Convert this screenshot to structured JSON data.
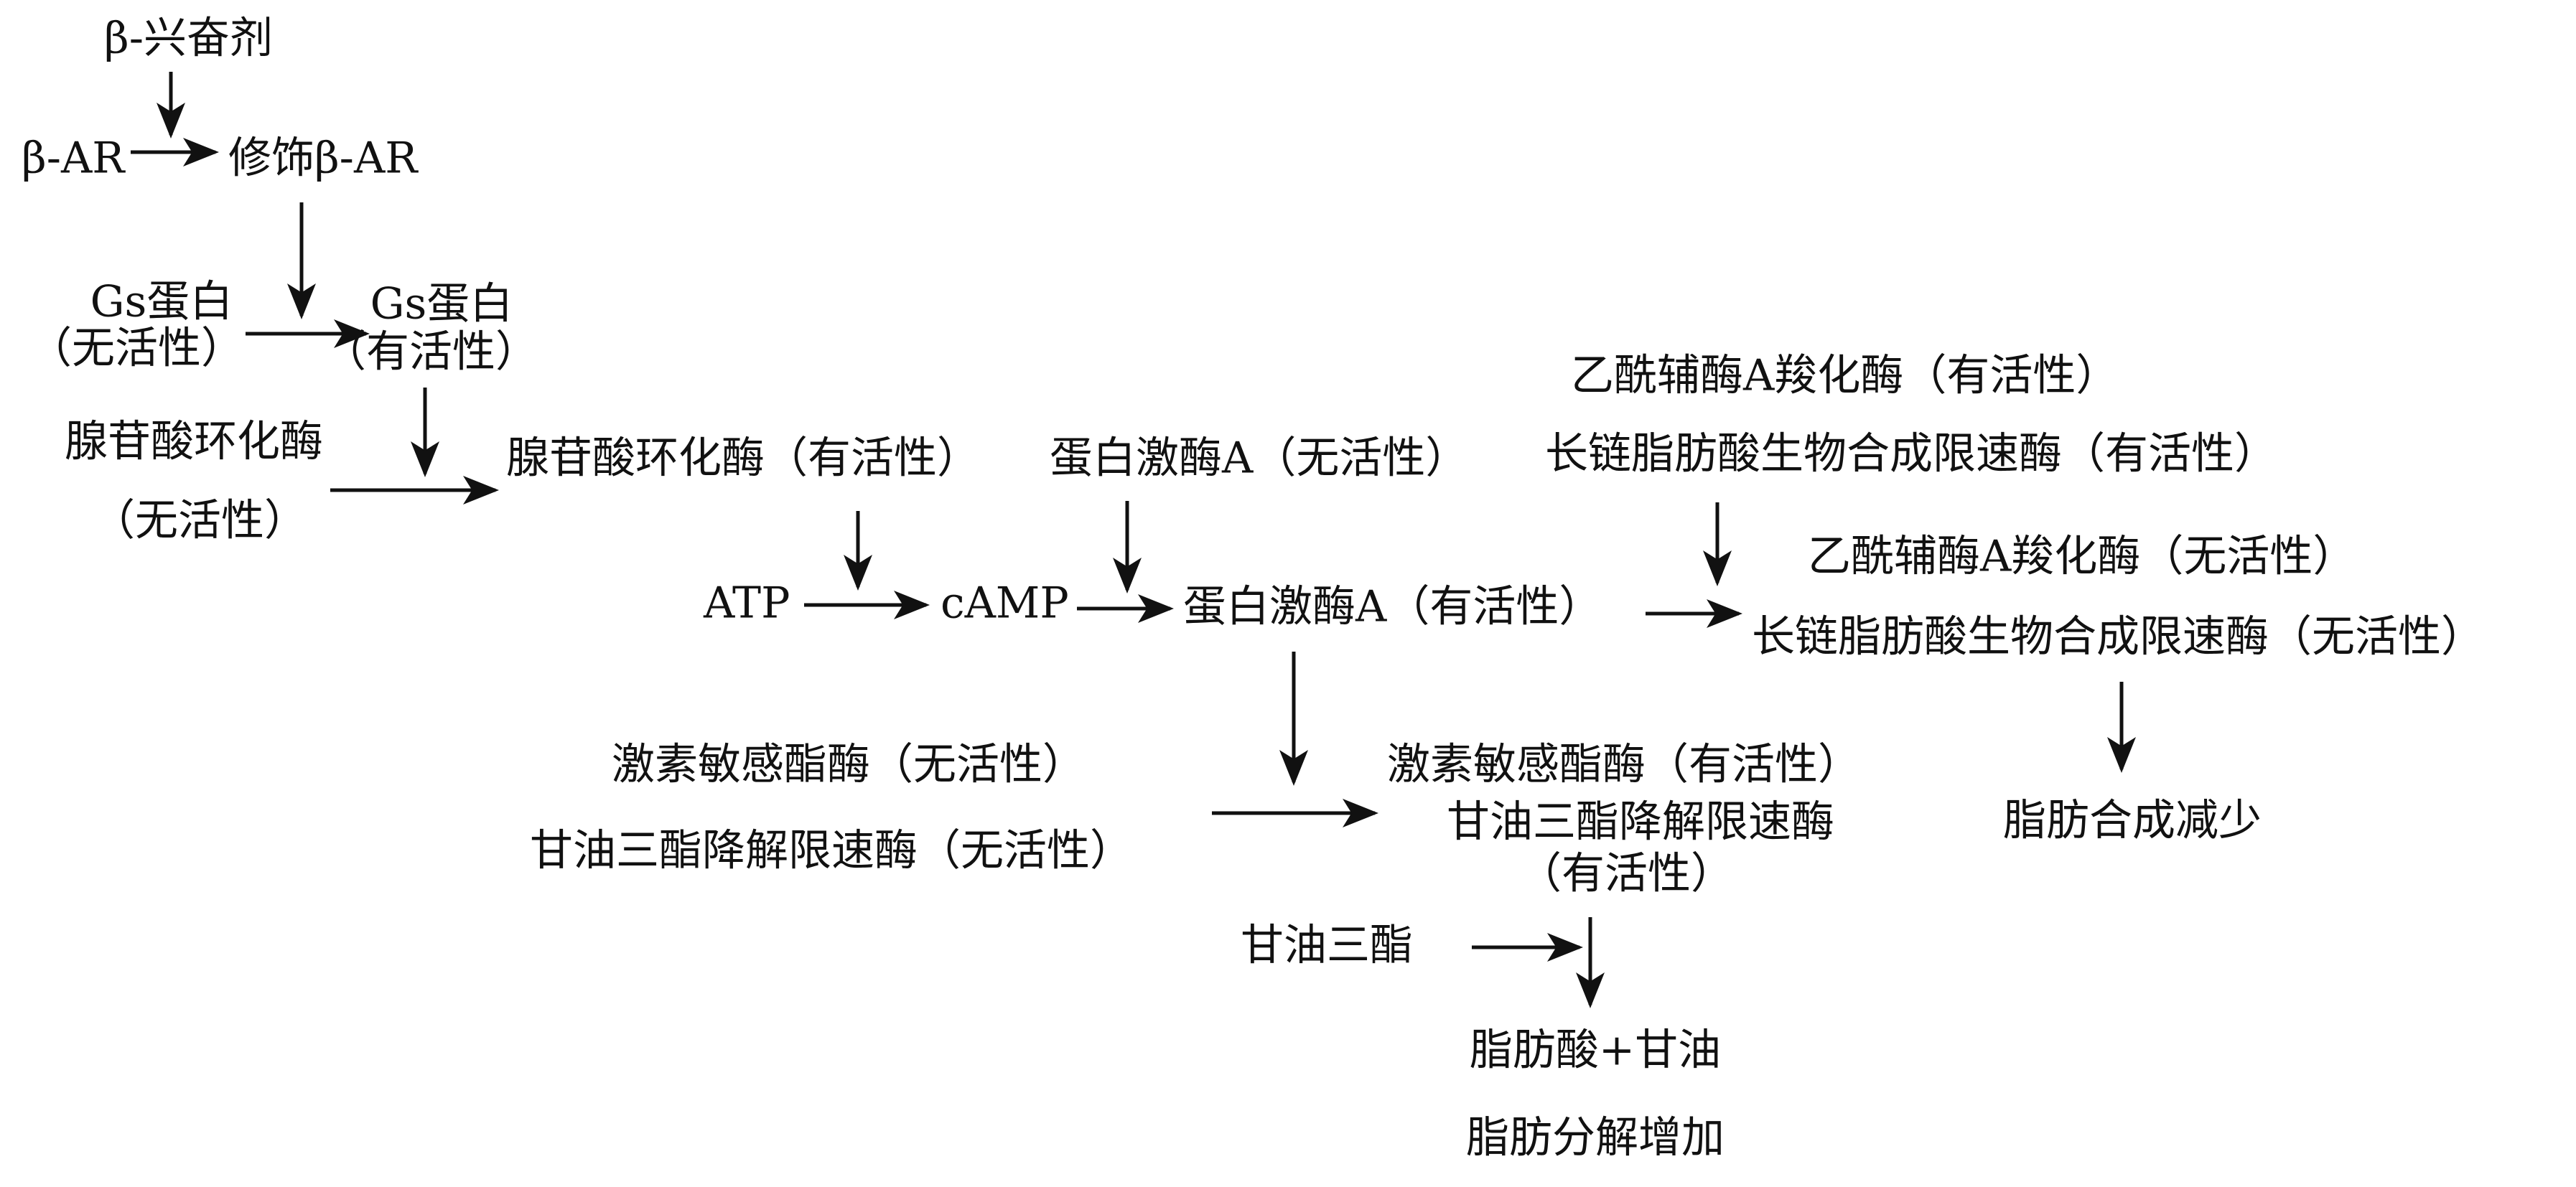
{
  "nodes": {
    "beta_agonist": "β-兴奋剂",
    "beta_ar": "β-AR",
    "modified_beta_ar": "修饰β-AR",
    "gs_inactive_1": "Gs蛋白",
    "gs_inactive_2": "（无活性）",
    "gs_active_1": "Gs蛋白",
    "gs_active_2": "（有活性）",
    "ac_inactive_1": "腺苷酸环化酶",
    "ac_inactive_2": "（无活性）",
    "ac_active": "腺苷酸环化酶（有活性）",
    "pka_inactive": "蛋白激酶A（无活性）",
    "acc_active": "乙酰辅酶A羧化酶（有活性）",
    "lcfa_active": "长链脂肪酸生物合成限速酶（有活性）",
    "atp": "ATP",
    "camp": "cAMP",
    "pka_active": "蛋白激酶A（有活性）",
    "acc_inactive": "乙酰辅酶A羧化酶（无活性）",
    "lcfa_inactive": "长链脂肪酸生物合成限速酶（无活性）",
    "hsl_inactive": "激素敏感酯酶（无活性）",
    "tg_lipase_inactive": "甘油三酯降解限速酶（无活性）",
    "hsl_active": "激素敏感酯酶（有活性）",
    "tg_lipase_active_1": "甘油三酯降解限速酶",
    "tg_lipase_active_2": "（有活性）",
    "fat_synthesis_down": "脂肪合成减少",
    "triglyceride": "甘油三酯",
    "fa_glycerol": "脂肪酸+甘油",
    "lipolysis_up": "脂肪分解增加"
  },
  "colors": {
    "ink": "#111111",
    "background": "#ffffff"
  }
}
